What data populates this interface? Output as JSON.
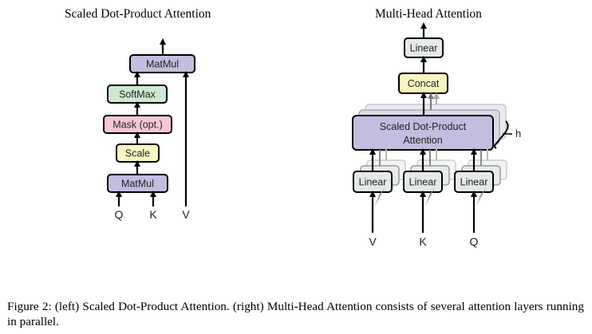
{
  "left_diagram": {
    "title": "Scaled Dot-Product Attention",
    "blocks": [
      {
        "label": "MatMul",
        "color": "#c3bddf"
      },
      {
        "label": "SoftMax",
        "color": "#cde9d0"
      },
      {
        "label": "Mask (opt.)",
        "color": "#f8c6d6"
      },
      {
        "label": "Scale",
        "color": "#fbf5c0"
      },
      {
        "label": "MatMul",
        "color": "#c3bddf"
      }
    ],
    "inputs": [
      "Q",
      "K",
      "V"
    ]
  },
  "right_diagram": {
    "title": "Multi-Head Attention",
    "linear_top": {
      "label": "Linear",
      "color": "#e5eae6"
    },
    "concat": {
      "label": "Concat",
      "color": "#fbf5c0"
    },
    "attention": {
      "label_line1": "Scaled Dot-Product",
      "label_line2": "Attention",
      "color": "#c3bddf"
    },
    "heads_label": "h",
    "linears": [
      {
        "label": "Linear",
        "color": "#e5eae6"
      },
      {
        "label": "Linear",
        "color": "#e5eae6"
      },
      {
        "label": "Linear",
        "color": "#e5eae6"
      }
    ],
    "inputs": [
      "V",
      "K",
      "Q"
    ]
  },
  "caption": "Figure 2: (left) Scaled Dot-Product Attention. (right) Multi-Head Attention consists of several attention layers running in parallel."
}
